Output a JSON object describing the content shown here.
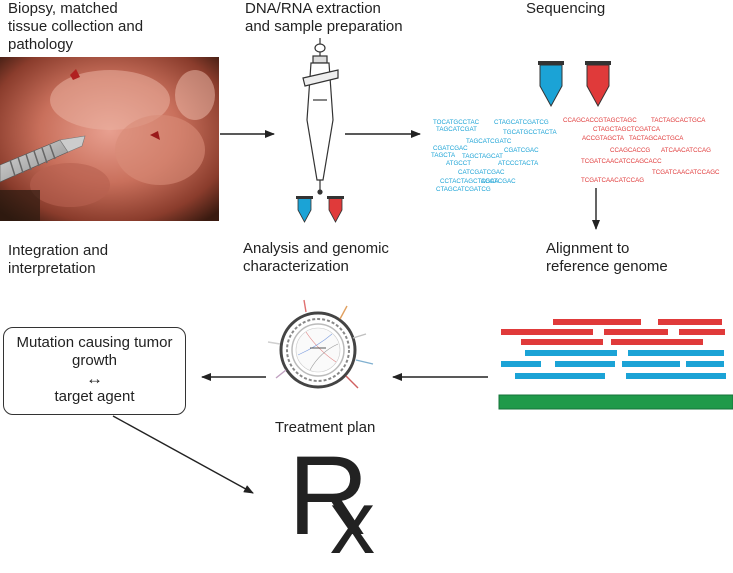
{
  "steps": {
    "biopsy": [
      "Biopsy, matched",
      "tissue collection and",
      "pathology"
    ],
    "extraction": [
      "DNA/RNA extraction",
      "and sample preparation"
    ],
    "sequencing": "Sequencing",
    "alignment": [
      "Alignment to",
      "reference genome"
    ],
    "analysis": [
      "Analysis and genomic",
      "characterization"
    ],
    "integration": [
      "Integration and",
      "interpretation"
    ],
    "treatment": "Treatment plan"
  },
  "mutation_box": {
    "line1": "Mutation causing tumor",
    "line2": "growth",
    "arrow": "↔",
    "line3": "target agent"
  },
  "rx": {
    "r": "R",
    "x": "x"
  },
  "sequences": {
    "blue": [
      "TOCATGCCTAC",
      "CTAGCATCGATCG",
      "TAGCATCGAT",
      "TGCATGCCTACTA",
      "TAGCATCGATC",
      "CGATCGAC",
      "CGATCGAC",
      "TAGCTA",
      "TAGCTAGCAT",
      "ATGCCT",
      "ATCCCTACTA",
      "CATCGATCGAC",
      "CCTACTAGCTAGCA",
      "CGATCGAC",
      "CTAGCATCGATCG"
    ],
    "red": [
      "CCAGCACCGTAGCTAGC",
      "TACTAGCACTGCA",
      "CTAGCTAGCTCGATCA",
      "ACCGTAGCTA",
      "TACTAGCACTGCA",
      "CCAGCACCG",
      "ATCAACATCCAG",
      "TCGATCAACATCCAGCACC",
      "TCGATCAACATCCAGC",
      "TCGATCAACATCCAG"
    ]
  },
  "colors": {
    "blue": "#1ba3d6",
    "red": "#e03a3a",
    "green": "#1f9a4a",
    "arrow": "#222222"
  }
}
